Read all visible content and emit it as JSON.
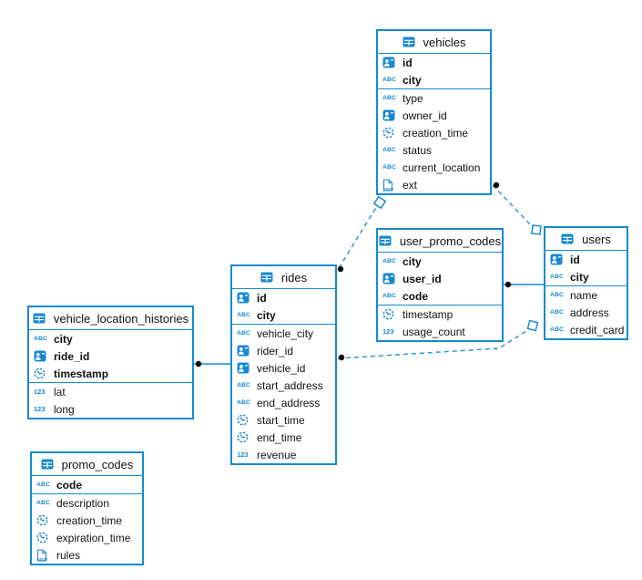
{
  "diagram": {
    "background_color": "#ffffff",
    "accent_blue": "#1789d2",
    "dashed_line_blue": "#2f96d8",
    "endpoint_dot_color": "#0a0a0a",
    "tables": [
      {
        "title": "vehicles",
        "header_icon": "table-icon",
        "primary_key_columns": [
          {
            "name": "id",
            "icon": "id-badge-icon"
          },
          {
            "name": "city",
            "icon": "text-abc-icon"
          }
        ],
        "columns": [
          {
            "name": "type",
            "icon": "text-abc-icon"
          },
          {
            "name": "owner_id",
            "icon": "id-badge-icon"
          },
          {
            "name": "creation_time",
            "icon": "clock-icon"
          },
          {
            "name": "status",
            "icon": "text-abc-icon"
          },
          {
            "name": "current_location",
            "icon": "text-abc-icon"
          },
          {
            "name": "ext",
            "icon": "json-icon"
          }
        ]
      },
      {
        "title": "user_promo_codes",
        "header_icon": "table-icon",
        "primary_key_columns": [
          {
            "name": "city",
            "icon": "text-abc-icon"
          },
          {
            "name": "user_id",
            "icon": "id-badge-icon"
          },
          {
            "name": "code",
            "icon": "text-abc-icon"
          }
        ],
        "columns": [
          {
            "name": "timestamp",
            "icon": "clock-icon"
          },
          {
            "name": "usage_count",
            "icon": "number-123-icon"
          }
        ]
      },
      {
        "title": "users",
        "header_icon": "table-icon",
        "primary_key_columns": [
          {
            "name": "id",
            "icon": "id-badge-icon"
          },
          {
            "name": "city",
            "icon": "text-abc-icon"
          }
        ],
        "columns": [
          {
            "name": "name",
            "icon": "text-abc-icon"
          },
          {
            "name": "address",
            "icon": "text-abc-icon"
          },
          {
            "name": "credit_card",
            "icon": "text-abc-icon"
          }
        ]
      },
      {
        "title": "rides",
        "header_icon": "table-icon",
        "primary_key_columns": [
          {
            "name": "id",
            "icon": "id-badge-icon"
          },
          {
            "name": "city",
            "icon": "text-abc-icon"
          }
        ],
        "columns": [
          {
            "name": "vehicle_city",
            "icon": "text-abc-icon"
          },
          {
            "name": "rider_id",
            "icon": "id-badge-icon"
          },
          {
            "name": "vehicle_id",
            "icon": "id-badge-icon"
          },
          {
            "name": "start_address",
            "icon": "text-abc-icon"
          },
          {
            "name": "end_address",
            "icon": "text-abc-icon"
          },
          {
            "name": "start_time",
            "icon": "clock-icon"
          },
          {
            "name": "end_time",
            "icon": "clock-icon"
          },
          {
            "name": "revenue",
            "icon": "number-123-icon"
          }
        ]
      },
      {
        "title": "vehicle_location_histories",
        "header_icon": "table-icon",
        "primary_key_columns": [
          {
            "name": "city",
            "icon": "text-abc-icon"
          },
          {
            "name": "ride_id",
            "icon": "id-badge-icon"
          },
          {
            "name": "timestamp",
            "icon": "clock-icon"
          }
        ],
        "columns": [
          {
            "name": "lat",
            "icon": "number-123-icon"
          },
          {
            "name": "long",
            "icon": "number-123-icon"
          }
        ]
      },
      {
        "title": "promo_codes",
        "header_icon": "table-icon",
        "primary_key_columns": [
          {
            "name": "code",
            "icon": "text-abc-icon"
          }
        ],
        "columns": [
          {
            "name": "description",
            "icon": "text-abc-icon"
          },
          {
            "name": "creation_time",
            "icon": "clock-icon"
          },
          {
            "name": "expiration_time",
            "icon": "clock-icon"
          },
          {
            "name": "rules",
            "icon": "json-icon"
          }
        ]
      }
    ],
    "relationships": [
      {
        "from": "vehicle_location_histories",
        "to": "rides",
        "style": "solid"
      },
      {
        "from": "user_promo_codes",
        "to": "users",
        "style": "solid"
      },
      {
        "from": "rides",
        "to": "vehicles",
        "style": "dashed"
      },
      {
        "from": "vehicles",
        "to": "users",
        "style": "dashed"
      },
      {
        "from": "rides",
        "to": "users",
        "style": "dashed"
      }
    ]
  }
}
